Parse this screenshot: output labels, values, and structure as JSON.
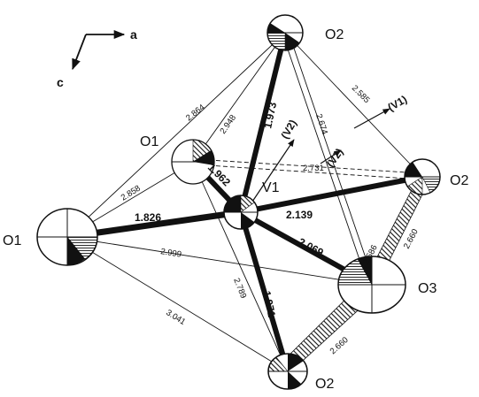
{
  "axes": {
    "a": "a",
    "c": "c"
  },
  "atoms": {
    "o2_top": "O2",
    "o1_upper": "O1",
    "o1_left": "O1",
    "v1": "V1",
    "o2_right": "O2",
    "o3": "O3",
    "o2_bottom": "O2"
  },
  "bond_lengths": {
    "v_o2top": "1.973",
    "v_o1upper": "1.962",
    "v_o1left": "1.826",
    "v_o2right": "2.139",
    "v_o3": "2.069",
    "v_o2bottom": "1.971"
  },
  "edge_lengths": {
    "o1left_o2top": "2.864",
    "o1upper_o2top": "2.948",
    "o2top_o2right": "2.585",
    "o2top_o3": "2.674",
    "o1upper_o2right": "2.731",
    "o1left_o1upper": "2.858",
    "o1left_o3": "2.999",
    "o1left_o2bottom": "3.041",
    "o1upper_o2bottom": "2.789",
    "o2right_o3_a": "2.586",
    "o2right_o3_b": "2.660",
    "o3_o2bottom": "2.660"
  },
  "neighbor_labels": {
    "v2_a": "(V2)",
    "v2_b": "(V2)",
    "v1_label": "(V1)"
  },
  "colors": {
    "ink": "#111111",
    "paper": "#ffffff"
  }
}
